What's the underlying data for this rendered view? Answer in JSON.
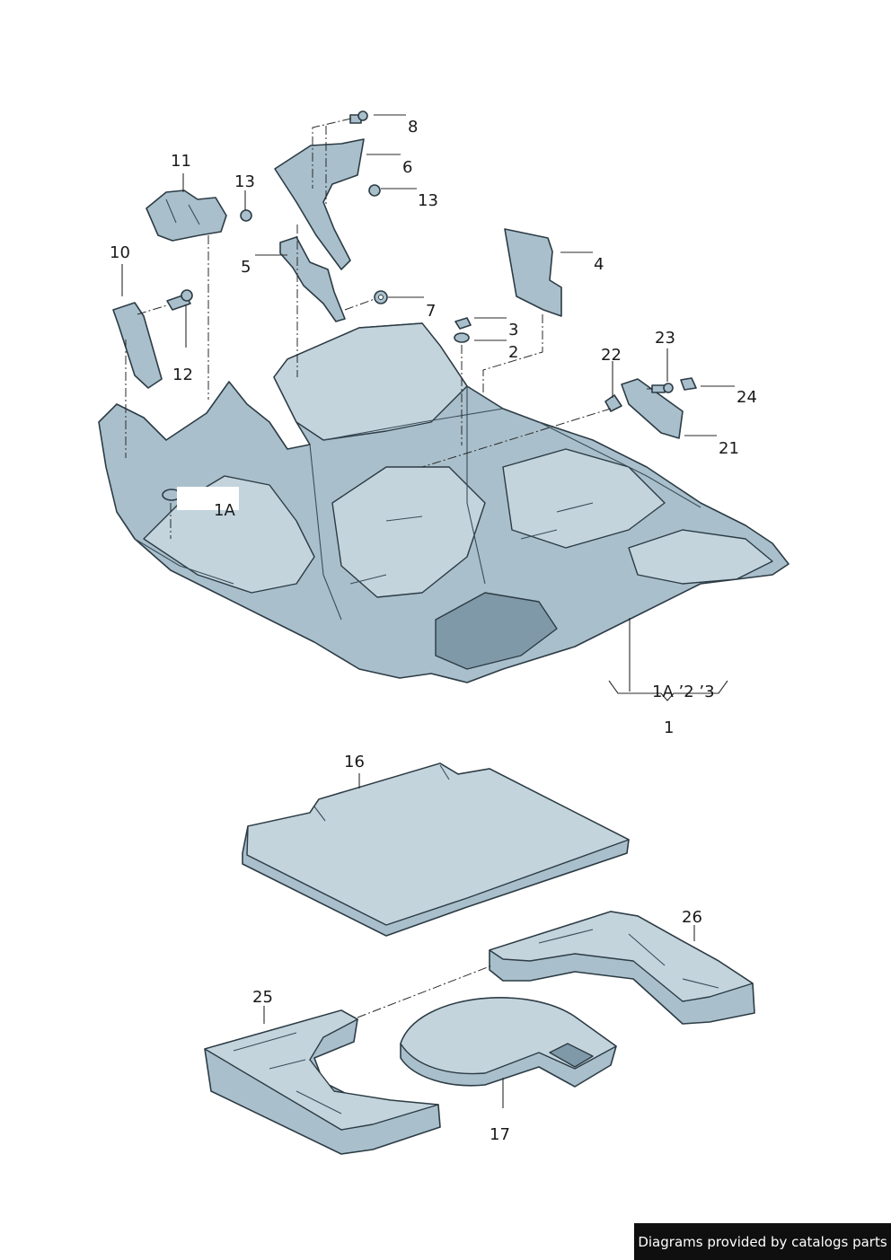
{
  "labels": {
    "l1": "1",
    "l1A": "1A",
    "l2": "2",
    "l3": "3",
    "l4": "4",
    "l5": "5",
    "l6": "6",
    "l7": "7",
    "l8": "8",
    "l10": "10",
    "l11": "11",
    "l12": "12",
    "l13a": "13",
    "l13b": "13",
    "l16": "16",
    "l17": "17",
    "l21": "21",
    "l22": "22",
    "l23": "23",
    "l24": "24",
    "l25": "25",
    "l26": "26",
    "lgroup": "1A ’2 ’3"
  },
  "footer": {
    "text": "Diagrams provided by catalogs parts"
  },
  "colors": {
    "part_fill": "#a9c0cc",
    "outline": "#2c3b44",
    "footer_bg": "#0f0f0f"
  }
}
